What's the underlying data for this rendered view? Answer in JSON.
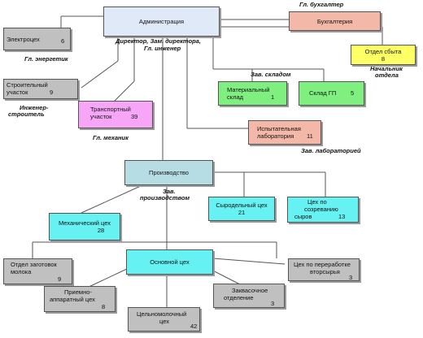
{
  "colors": {
    "admin": "#dfe9f7",
    "grey": "#c0c0c0",
    "pink_red": "#f4b8a8",
    "yellow": "#ffff66",
    "green": "#7ff07f",
    "magenta": "#f7a6f7",
    "cyan": "#66f2f2",
    "production": "#b6dde4",
    "line": "#555555"
  },
  "boxes": {
    "admin": {
      "label": "Администрация"
    },
    "electro": {
      "label": "Электроцех",
      "num": "6"
    },
    "accounting": {
      "label": "Бухгалтерия"
    },
    "sales": {
      "label": "Отдел сбыта",
      "num": "8"
    },
    "construction": {
      "label_1": "Строительный",
      "label_2": "участок",
      "num": "9"
    },
    "materials": {
      "label_1": "Материальный",
      "label_2": "склад",
      "num": "1"
    },
    "warehouse": {
      "label": "Склад ГП",
      "num": "5"
    },
    "transport": {
      "label_1": "Транспортный",
      "label_2": "участок",
      "num": "39"
    },
    "lab": {
      "label_1": "Испытательная",
      "label_2": "лаборатория",
      "num": "11"
    },
    "production": {
      "label": "Производство"
    },
    "cheese": {
      "label": "Сыродельный цех",
      "num": "21"
    },
    "ripening": {
      "label_1": "Цех по",
      "label_2": "созреванию",
      "label_3": "сыров",
      "num": "13"
    },
    "mechanical": {
      "label": "Механический цех",
      "num": "28"
    },
    "main_shop": {
      "label": "Основной цех"
    },
    "milk_procurement": {
      "label_1": "Отдел заготовок",
      "label_2": "молока",
      "num": "9"
    },
    "secondary": {
      "label_1": "Цех по переработке",
      "label_2": "вторсырья",
      "num": "3"
    },
    "receiving": {
      "label_1": "Приемно-",
      "label_2": "аппаратный цех",
      "num": "8"
    },
    "starter": {
      "label_1": "Заквасочное",
      "label_2": "отделение",
      "num": "3"
    },
    "whole_milk": {
      "label_1": "Цельномолочный",
      "label_2": "цех",
      "num": "42"
    }
  },
  "roles": {
    "chief_accountant": "Гл. бухгалтер",
    "director_1": "Директор, Зам. директора,",
    "director_2": "Гл. инженер",
    "chief_power": "Гл. энергетик",
    "sales_head_1": "Начальник",
    "sales_head_2": "отдела",
    "warehouse_head": "Зав. складом",
    "engineer_1": "Инженер-",
    "engineer_2": "строитель",
    "chief_mechanic": "Гл. механик",
    "lab_head": "Зав. лабораторией",
    "prod_head_1": "Зав.",
    "prod_head_2": "производством"
  }
}
